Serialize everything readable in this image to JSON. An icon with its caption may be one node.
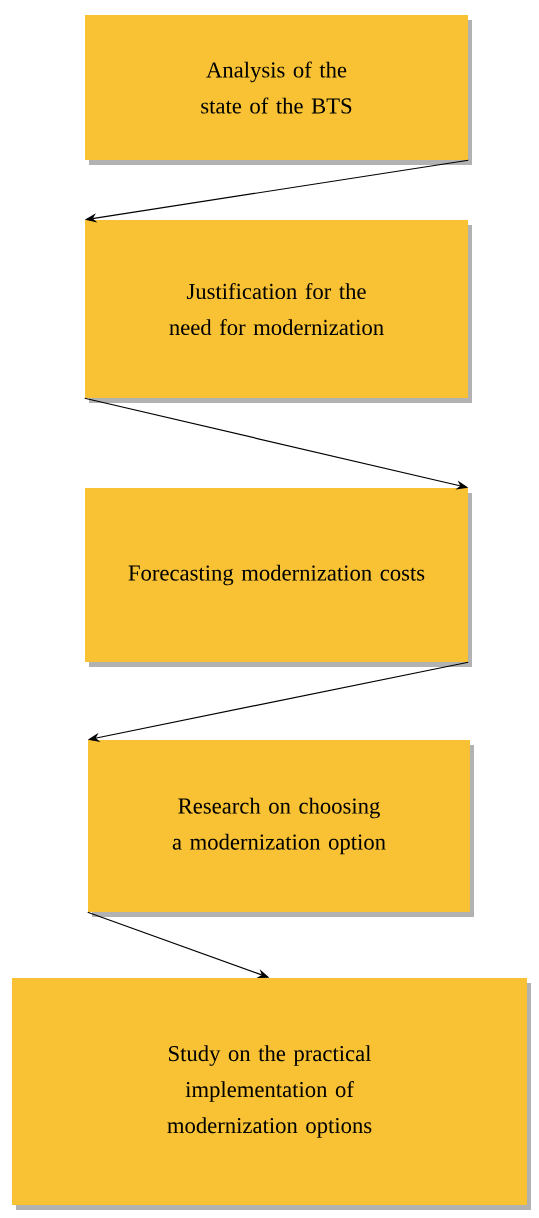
{
  "diagram": {
    "nodes": [
      {
        "text": [
          "Analysis of the state of the BTS"
        ]
      },
      {
        "text": [
          "Justification for the need for modernization"
        ]
      },
      {
        "text": [
          "Forecasting modernization costs"
        ]
      },
      {
        "text": [
          "Research on choosing a modernization option"
        ]
      },
      {
        "text": [
          "Study on the practical implementation of modernization options"
        ]
      }
    ],
    "edges": [
      {
        "from": 0,
        "to": 1,
        "arrow": "to"
      },
      {
        "from": 1,
        "to": 2,
        "arrow": "to"
      },
      {
        "from": 2,
        "to": 3,
        "arrow": "to"
      },
      {
        "from": 3,
        "to": 4,
        "arrow": "to"
      }
    ]
  }
}
